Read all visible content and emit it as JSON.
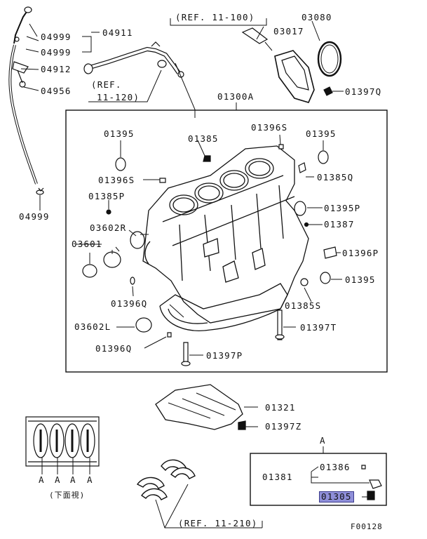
{
  "diagram": {
    "code": "F00128",
    "bottom_view": "(下面視)",
    "detail_letter": "A",
    "a_marks": [
      "A",
      "A",
      "A",
      "A",
      "A"
    ],
    "refs": {
      "r11_100": "(REF. 11-100)",
      "r11_120_a": "(REF.",
      "r11_120_b": "11-120)",
      "r11_210": "(REF. 11-210)"
    },
    "parts": {
      "p04911": "04911",
      "p04999a": "04999",
      "p04999b": "04999",
      "p04912": "04912",
      "p04956": "04956",
      "p04999c": "04999",
      "p03080": "03080",
      "p03017": "03017",
      "p01397q": "01397Q",
      "p01300a": "01300A",
      "p01395a": "01395",
      "p01385": "01385",
      "p01396s_a": "01396S",
      "p01395b": "01395",
      "p01396s_b": "01396S",
      "p01385q": "01385Q",
      "p01385p": "01385P",
      "p01395p": "01395P",
      "p03602r": "03602R",
      "p01387": "01387",
      "p03601": "03601",
      "p01396p": "01396P",
      "p01395c": "01395",
      "p01396q_a": "01396Q",
      "p01385s": "01385S",
      "p03602l": "03602L",
      "p01397t": "01397T",
      "p01396q_b": "01396Q",
      "p01397p": "01397P",
      "p01321": "01321",
      "p01397z": "01397Z",
      "p01381": "01381",
      "p01386": "01386",
      "p01305": "01305"
    },
    "highlighted_part": "01305"
  }
}
